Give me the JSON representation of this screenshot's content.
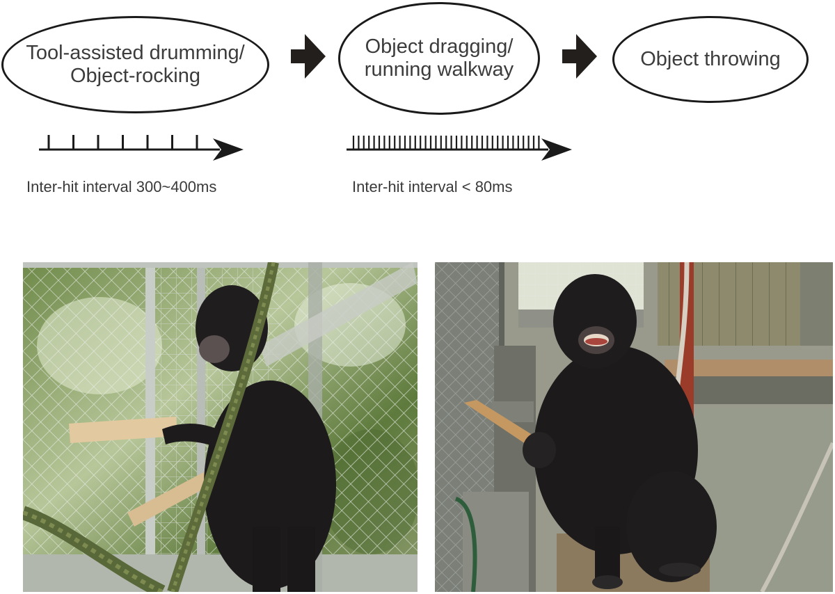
{
  "stages": [
    {
      "lines": [
        "Tool-assisted drumming/",
        "Object-rocking"
      ]
    },
    {
      "lines": [
        "Object dragging/",
        "running walkway"
      ]
    },
    {
      "lines": [
        "Object throwing"
      ]
    }
  ],
  "intervals": [
    {
      "label": "Inter-hit interval 300~400ms"
    },
    {
      "label": "Inter-hit interval < 80ms"
    }
  ],
  "photos": [
    {
      "subject": "chimpanzee-drumming-with-stick"
    },
    {
      "subject": "chimpanzee-holding-stick"
    }
  ],
  "colors": {
    "outline": "#1a1a1a",
    "text": "#3c3c3c",
    "arrow": "#231f1c"
  }
}
